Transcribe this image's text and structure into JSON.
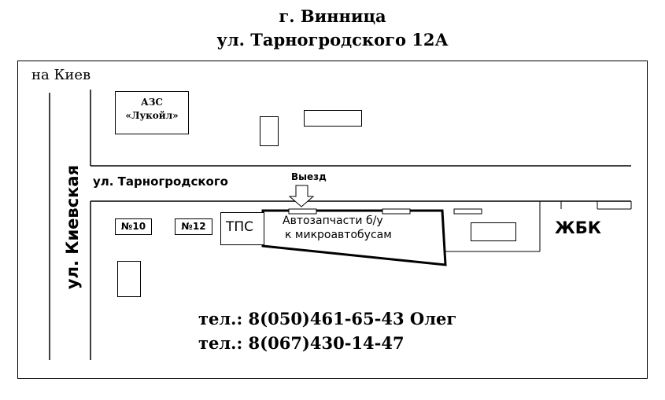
{
  "header": {
    "city": "г. Винница",
    "address": "ул. Тарногродского 12А"
  },
  "map": {
    "to_kiev": "на Киев",
    "street_kievskaya": "ул. Киевская",
    "street_tarnogrodskogo": "ул. Тарногродского",
    "azs_line1": "АЗС",
    "azs_line2": "«Лукойл»",
    "exit_label": "Выезд",
    "building_no10": "№10",
    "building_no12": "№12",
    "tps": "ТПС",
    "shop_line1": "Автозапчасти б/у",
    "shop_line2": "к микроавтобусам",
    "zhbk": "ЖБК"
  },
  "contacts": {
    "phone1": "тел.: 8(050)461-65-43 Олег",
    "phone2": "тел.: 8(067)430-14-47"
  }
}
